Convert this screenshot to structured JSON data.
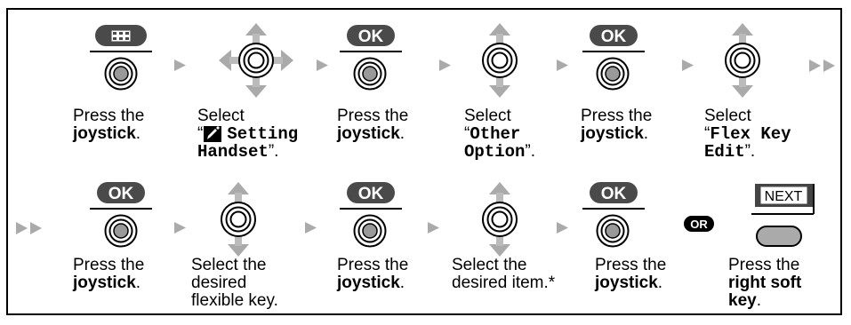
{
  "buttons": {
    "ok": "OK",
    "or": "OR",
    "next": "NEXT"
  },
  "row1": {
    "s1": {
      "l1": "Press the",
      "l2": "joystick",
      "l2_tail": "."
    },
    "s2": {
      "l1": "Select",
      "q_open": "“",
      "l2_mono": "Setting",
      "l3_mono": "Handset",
      "l3_tail": "”."
    },
    "s3": {
      "l1": "Press the",
      "l2": "joystick",
      "l2_tail": "."
    },
    "s4": {
      "l1": "Select",
      "l2_open": "“",
      "l2_mono": "Other",
      "l3_mono": "Option",
      "l3_tail": "”."
    },
    "s5": {
      "l1": "Press the",
      "l2": "joystick",
      "l2_tail": "."
    },
    "s6": {
      "l1": "Select",
      "l2_open": "“",
      "l2_mono": "Flex Key",
      "l3_mono": "Edit",
      "l3_tail": "”."
    }
  },
  "row2": {
    "s1": {
      "l1": "Press the",
      "l2": "joystick",
      "l2_tail": "."
    },
    "s2": {
      "l1": "Select the",
      "l2": "desired",
      "l3": "flexible key."
    },
    "s3": {
      "l1": "Press the",
      "l2": "joystick",
      "l2_tail": "."
    },
    "s4": {
      "l1": "Select the",
      "l2": "desired item.*"
    },
    "s5": {
      "l1": "Press the",
      "l2": "joystick",
      "l2_tail": "."
    },
    "s6": {
      "l1": "Press the",
      "l2": "right soft",
      "l3": "key",
      "l3_tail": "."
    }
  },
  "icons": [
    "menu-button-icon",
    "joystick-icon",
    "four-way-joystick-icon",
    "up-down-joystick-icon",
    "ok-button-icon",
    "next-soft-key-icon",
    "or-badge-icon",
    "setting-handset-icon",
    "arrow-icon",
    "double-arrow-icon"
  ]
}
